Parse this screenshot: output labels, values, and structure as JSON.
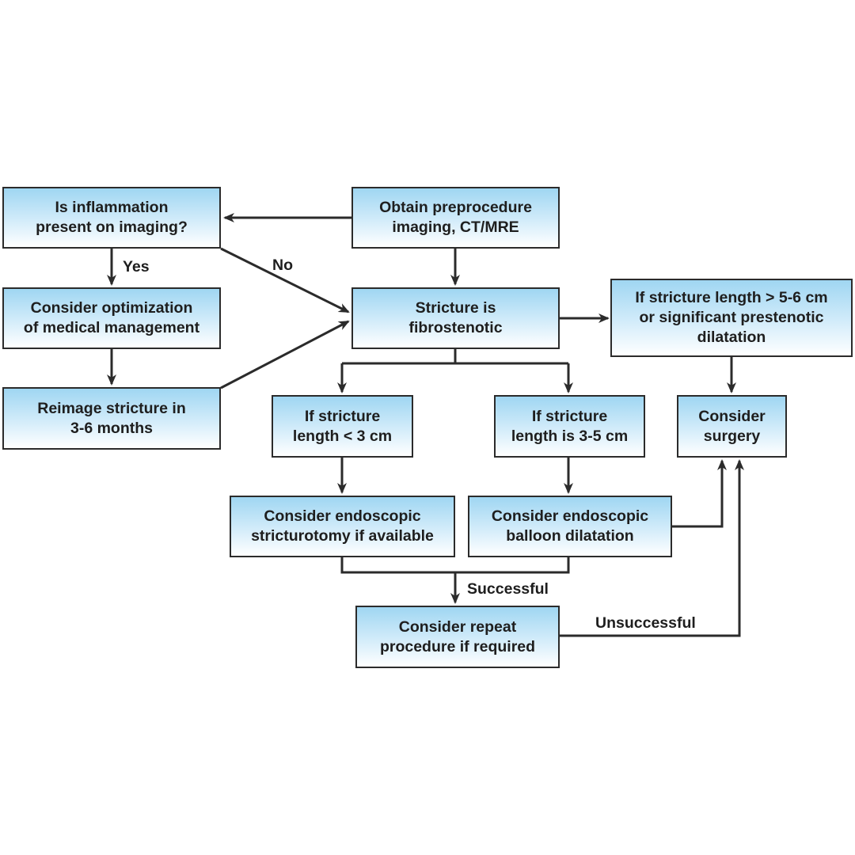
{
  "colors": {
    "box_top": "#9fd6f2",
    "box_bottom": "#ffffff",
    "line": "#2b2b2b",
    "text": "#1e1e1e"
  },
  "boxes": {
    "inflammation": "Is inflammation\npresent on imaging?",
    "obtain": "Obtain preprocedure\nimaging, CT/MRE",
    "optimize": "Consider optimization\nof medical management",
    "fibrostenotic": "Stricture is\nfibrostenotic",
    "long_stricture": "If stricture length > 5-6 cm\nor significant prestenotic\ndilatation",
    "reimage": "Reimage stricture in\n3-6 months",
    "lt3": "If stricture\nlength < 3 cm",
    "3to5": "If stricture\nlength is 3-5 cm",
    "surgery": "Consider\nsurgery",
    "stricturotomy": "Consider endoscopic\nstricturotomy if available",
    "balloon": "Consider endoscopic\nballoon dilatation",
    "repeat": "Consider repeat\nprocedure if required"
  },
  "labels": {
    "yes": "Yes",
    "no": "No",
    "successful": "Successful",
    "unsuccessful": "Unsuccessful"
  }
}
